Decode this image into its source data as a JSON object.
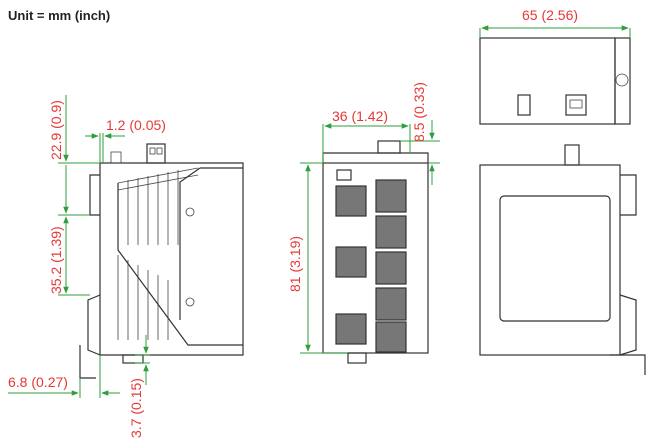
{
  "unit_label": "Unit = mm (inch)",
  "colors": {
    "dimension_text": "#e53935",
    "dimension_line": "#2e9e3e",
    "outline": "#333333"
  },
  "dimensions": {
    "width_top": "65 (2.56)",
    "depth_front": "36 (1.42)",
    "top_offset_front": "8.5 (0.33)",
    "height_front": "81 (3.19)",
    "top_offset_side": "22.9 (0.9)",
    "connector_offset": "1.2 (0.05)",
    "rail_span": "35.2 (1.39)",
    "rail_offset": "6.8 (0.27)",
    "bottom_offset": "3.7 (0.15)"
  }
}
